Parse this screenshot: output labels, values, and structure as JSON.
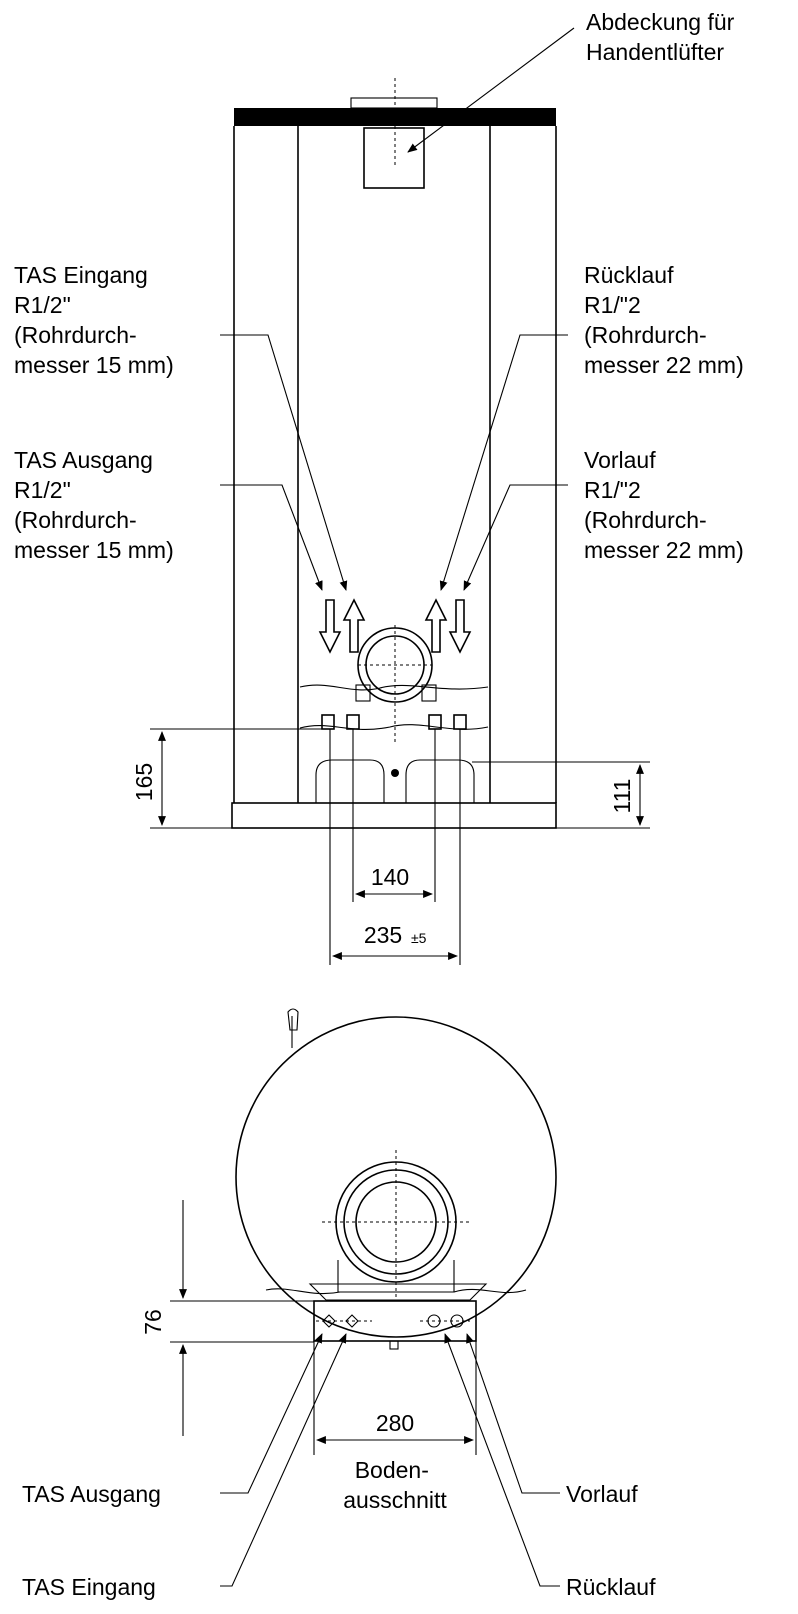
{
  "front_view": {
    "cover_label": [
      "Abdeckung für",
      "Handentlüfter"
    ],
    "tas_inlet_label": [
      "TAS Eingang",
      "R1/2\"",
      "(Rohrdurch-",
      "messer 15 mm)"
    ],
    "tas_outlet_label": [
      "TAS Ausgang",
      "R1/2\"",
      "(Rohrdurch-",
      "messer 15 mm)"
    ],
    "return_label": [
      "Rücklauf",
      "R1/\"2",
      "(Rohrdurch-",
      "messer 22 mm)"
    ],
    "flow_label": [
      "Vorlauf",
      "R1/\"2",
      "(Rohrdurch-",
      "messer 22 mm)"
    ],
    "dim_height_left": "165",
    "dim_height_right": "111",
    "dim_spacing_inner": "140",
    "dim_spacing_outer": "235",
    "dim_spacing_outer_tol": "±5"
  },
  "bottom_view": {
    "dim_offset": "76",
    "dim_cutout_width": "280",
    "cutout_label": [
      "Boden-",
      "ausschnitt"
    ],
    "tas_outlet": "TAS Ausgang",
    "tas_inlet": "TAS Eingang",
    "flow": "Vorlauf",
    "return": "Rücklauf"
  }
}
